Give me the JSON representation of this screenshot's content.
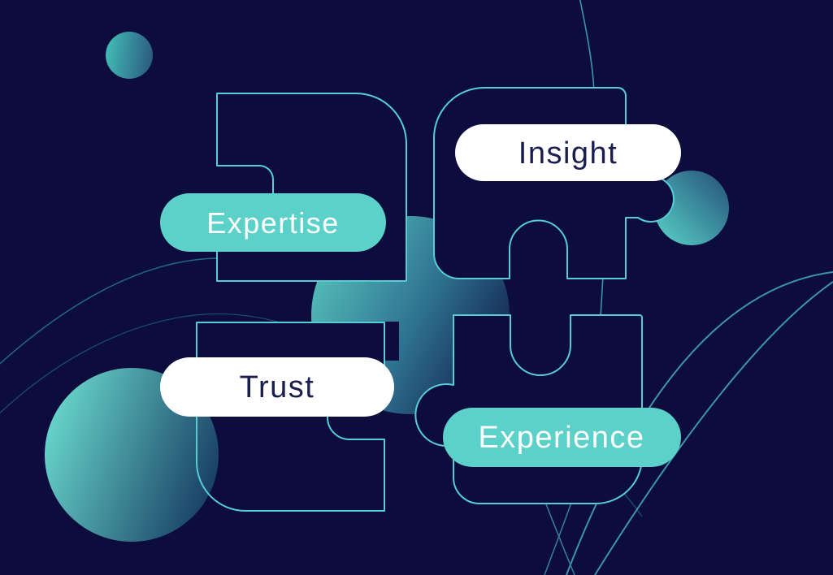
{
  "graphic": {
    "description": "Puzzle pieces concept illustration",
    "concepts": [
      {
        "label": "Expertise",
        "pill_style": "teal"
      },
      {
        "label": "Insight",
        "pill_style": "white"
      },
      {
        "label": "Trust",
        "pill_style": "white"
      },
      {
        "label": "Experience",
        "pill_style": "teal"
      }
    ],
    "colors": {
      "background": "#0d0d3d",
      "pill_teal": "#5bd1c9",
      "pill_white": "#ffffff",
      "text_on_teal": "#ffffff",
      "text_on_white": "#1a1e4e",
      "puzzle_outline": "#56cdd2",
      "curve_line": "#3e93ac",
      "faint_arc": "#26708c",
      "gradient_teal_light": "#68d6cb",
      "gradient_blue_dark": "#16375f"
    }
  }
}
